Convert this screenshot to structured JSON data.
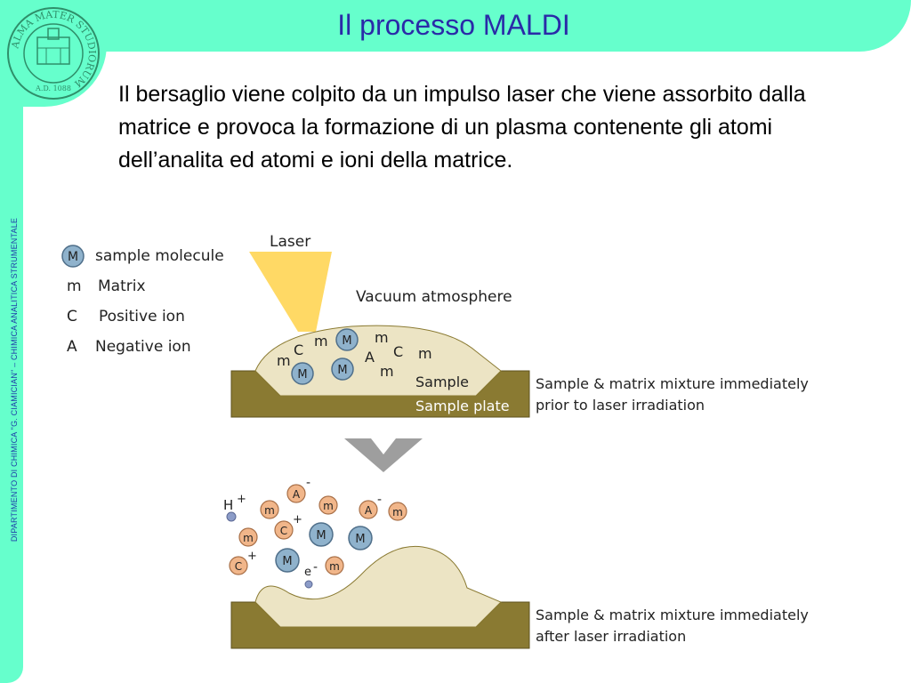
{
  "slide": {
    "title": "Il processo MALDI",
    "sidebar_text": "DIPARTIMENTO DI CHIMICA \"G. CIAMICIAN\" – CHIMICA ANALITICA STRUMENTALE",
    "body": "Il bersaglio viene colpito da un impulso laser che viene assorbito dalla matrice e provoca la formazione di un plasma contenente gli atomi dell’analita ed atomi e ioni della matrice.",
    "logo": {
      "name": "university-seal-icon",
      "text": "ALMA MATER STUDIORUM",
      "year": "A.D. 1088"
    }
  },
  "diagram": {
    "legend": {
      "sample_molecule_symbol": "M",
      "sample_molecule": "sample molecule",
      "matrix_symbol": "m",
      "matrix": "Matrix",
      "positive_symbol": "C",
      "positive": "Positive ion",
      "negative_symbol": "A",
      "negative": "Negative ion"
    },
    "laser": "Laser",
    "vacuum": "Vacuum atmosphere",
    "sample": "Sample",
    "plate": "Sample plate",
    "caption_before_1": "Sample & matrix mixture immediately",
    "caption_before_2": "prior to laser irradiation",
    "caption_after_1": "Sample & matrix mixture immediately",
    "caption_after_2": "after laser irradiation",
    "symbols": {
      "M": "M",
      "m": "m",
      "C": "C",
      "A": "A",
      "H": "H",
      "e": "e",
      "plus": "+",
      "minus": "-"
    },
    "colors": {
      "band": "#66ffcc",
      "title": "#2a2aa8",
      "plate": "#8a7a32",
      "sample": "#ece4c4",
      "laser": "#ffd24a",
      "sample_molecule": "#8fb2cc",
      "ion": "#f1b68a"
    }
  }
}
